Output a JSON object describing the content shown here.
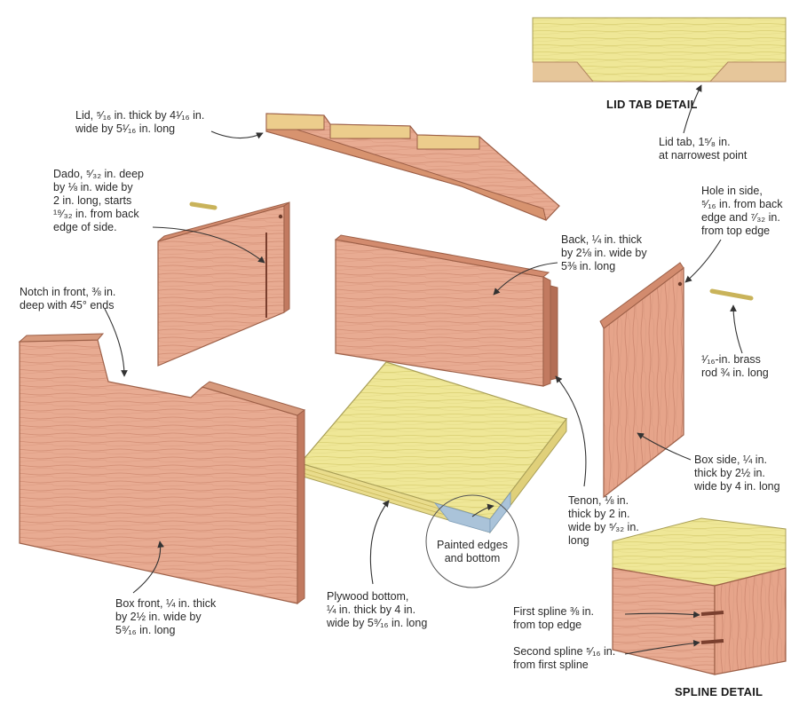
{
  "details": {
    "lid_tab_title": "LID TAB DETAIL",
    "spline_title": "SPLINE DETAIL"
  },
  "labels": {
    "lid": [
      "Lid, ⁵⁄₁₆ in. thick by 4¹⁄₁₆ in.",
      "wide by 5¹⁄₁₆ in. long"
    ],
    "lid_tab": [
      "Lid tab, 1⁵⁄₈ in.",
      "at narrowest point"
    ],
    "dado": [
      "Dado, ⁵⁄₃₂ in. deep",
      "by ⅛ in. wide by",
      "2 in. long, starts",
      "¹⁹⁄₃₂ in. from back",
      "edge of side."
    ],
    "hole": [
      "Hole in side,",
      "⁵⁄₁₆ in. from back",
      "edge and ⁷⁄₃₂ in.",
      "from top edge"
    ],
    "back": [
      "Back, ¼ in. thick",
      "by 2⅛ in. wide by",
      "5⅜ in. long"
    ],
    "notch": [
      "Notch in front, ⅜ in.",
      "deep with 45° ends"
    ],
    "rod": [
      "¹⁄₁₆-in. brass",
      "rod ¾ in. long"
    ],
    "box_side": [
      "Box side, ¼ in.",
      "thick by 2½ in.",
      "wide by 4 in. long"
    ],
    "tenon": [
      "Tenon, ⅛ in.",
      "thick by 2 in.",
      "wide by ⁵⁄₃₂ in.",
      "long"
    ],
    "painted": [
      "Painted edges",
      "and bottom"
    ],
    "box_front": [
      "Box front, ¼ in. thick",
      "by 2½ in. wide by",
      "5⁹⁄₁₆ in. long"
    ],
    "plywood": [
      "Plywood bottom,",
      "¼ in. thick by 4 in.",
      "wide by 5⁹⁄₁₆ in. long"
    ],
    "spline1": [
      "First spline ⅜ in.",
      "from top edge"
    ],
    "spline2": [
      "Second spline ⁵⁄₁₆ in.",
      "from first spline"
    ]
  },
  "colors": {
    "wood": "#e7a88f",
    "wood_dark": "#c87f68",
    "plywood": "#efe79a",
    "blue_edge": "#aac3d9",
    "leader": "#333333"
  }
}
